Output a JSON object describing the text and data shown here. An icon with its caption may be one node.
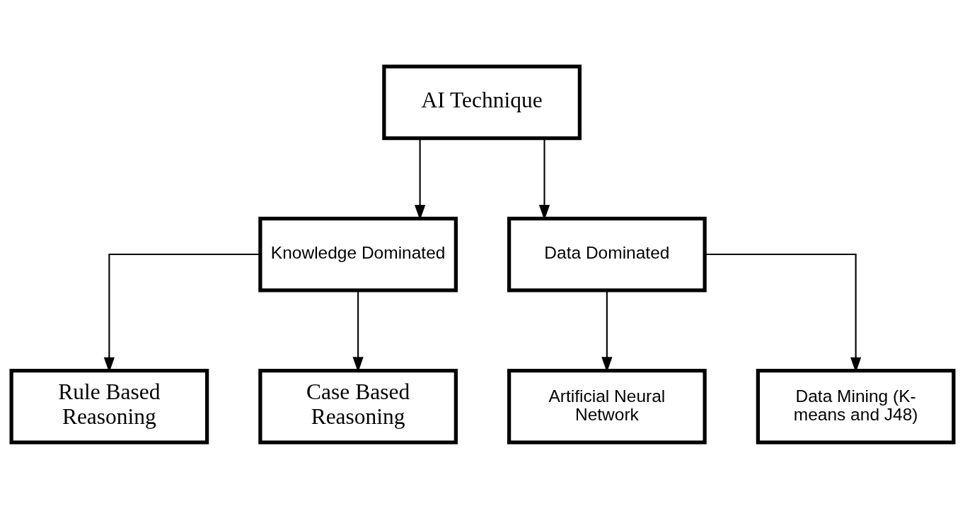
{
  "diagram": {
    "nodes": [
      {
        "text": [
          "AI Technique"
        ]
      },
      {
        "text": [
          "Knowledge Dominated"
        ]
      },
      {
        "text": [
          "Data Dominated"
        ]
      },
      {
        "text": [
          "Rule Based Reasoning"
        ]
      },
      {
        "text": [
          "Case Based Reasoning"
        ]
      },
      {
        "text": [
          "Artificial Neural Network"
        ]
      },
      {
        "text": [
          "Data Mining (K- means and J48)"
        ]
      }
    ],
    "edges": [
      {
        "from": 0,
        "to": 1,
        "arrow": "to"
      },
      {
        "from": 0,
        "to": 2,
        "arrow": "to"
      },
      {
        "from": 1,
        "to": 3,
        "arrow": "to"
      },
      {
        "from": 1,
        "to": 4,
        "arrow": "to"
      },
      {
        "from": 2,
        "to": 5,
        "arrow": "to"
      },
      {
        "from": 2,
        "to": 6,
        "arrow": "to"
      }
    ]
  }
}
